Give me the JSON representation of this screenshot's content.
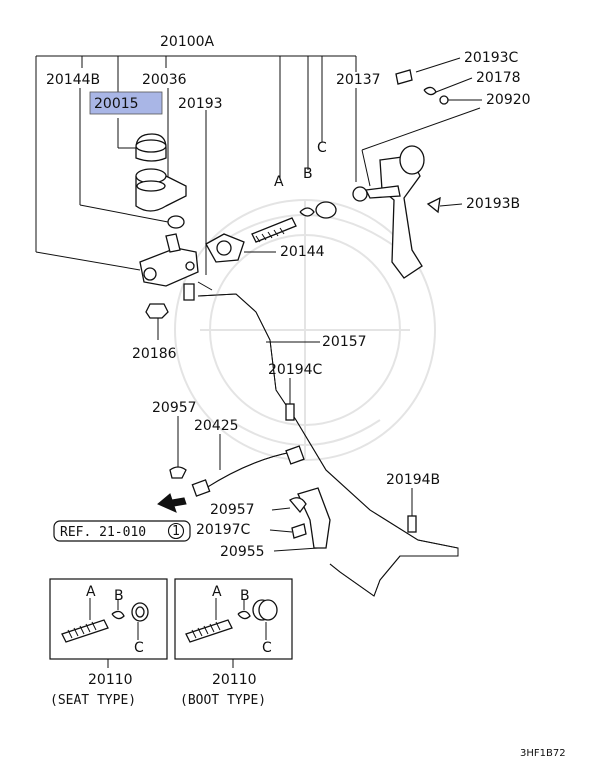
{
  "labels": {
    "assembly": "20100A",
    "p20144B": "20144B",
    "p20036": "20036",
    "p20015": "20015",
    "p20193": "20193",
    "p20137": "20137",
    "p20193C": "20193C",
    "p20178": "20178",
    "p20920": "20920",
    "p20193B": "20193B",
    "p20144": "20144",
    "p20186": "20186",
    "p20157": "20157",
    "p20194C": "20194C",
    "p20957a": "20957",
    "p20425": "20425",
    "p20194B": "20194B",
    "p20957b": "20957",
    "p20197C": "20197C",
    "p20955": "20955",
    "letterA": "A",
    "letterB": "B",
    "letterC": "C",
    "ref_text": "REF. 21-010",
    "ref_num": "1",
    "seat_num": "20110",
    "seat_type": "(SEAT TYPE)",
    "boot_num": "20110",
    "boot_type": "(BOOT TYPE)",
    "figure_code": "3HF1B72"
  },
  "colors": {
    "highlight": "#a9b6e6"
  }
}
